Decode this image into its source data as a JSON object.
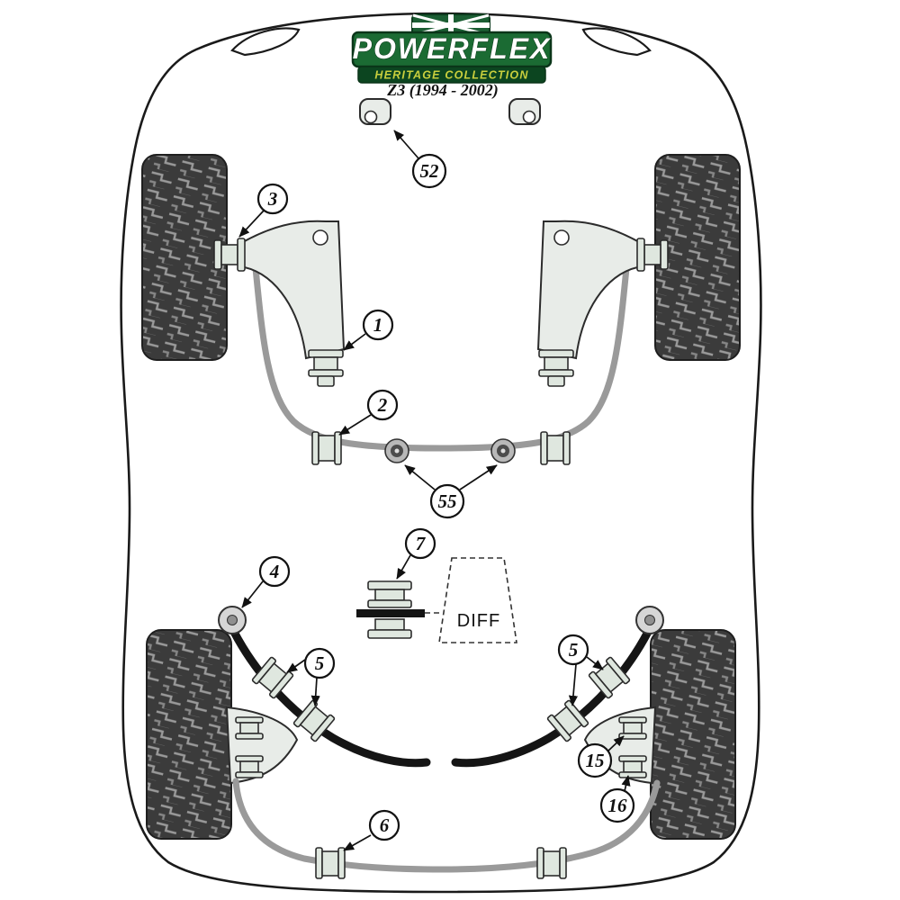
{
  "logo": {
    "brand": "POWERFLEX",
    "collection": "HERITAGE COLLECTION"
  },
  "subtitle": "Z3 (1994 - 2002)",
  "diff_label": "DIFF",
  "callouts": {
    "c1": "1",
    "c2": "2",
    "c3": "3",
    "c4": "4",
    "c5_left": "5",
    "c5_right": "5",
    "c6": "6",
    "c7": "7",
    "c15": "15",
    "c16": "16",
    "c52": "52",
    "c55": "55"
  },
  "colors": {
    "logo_green": "#1b6b33",
    "logo_dark": "#0c4520",
    "collection_gold": "#c9cf3d",
    "bar_gray": "#9a9a9a",
    "tire_dark": "#3b3b3b"
  }
}
